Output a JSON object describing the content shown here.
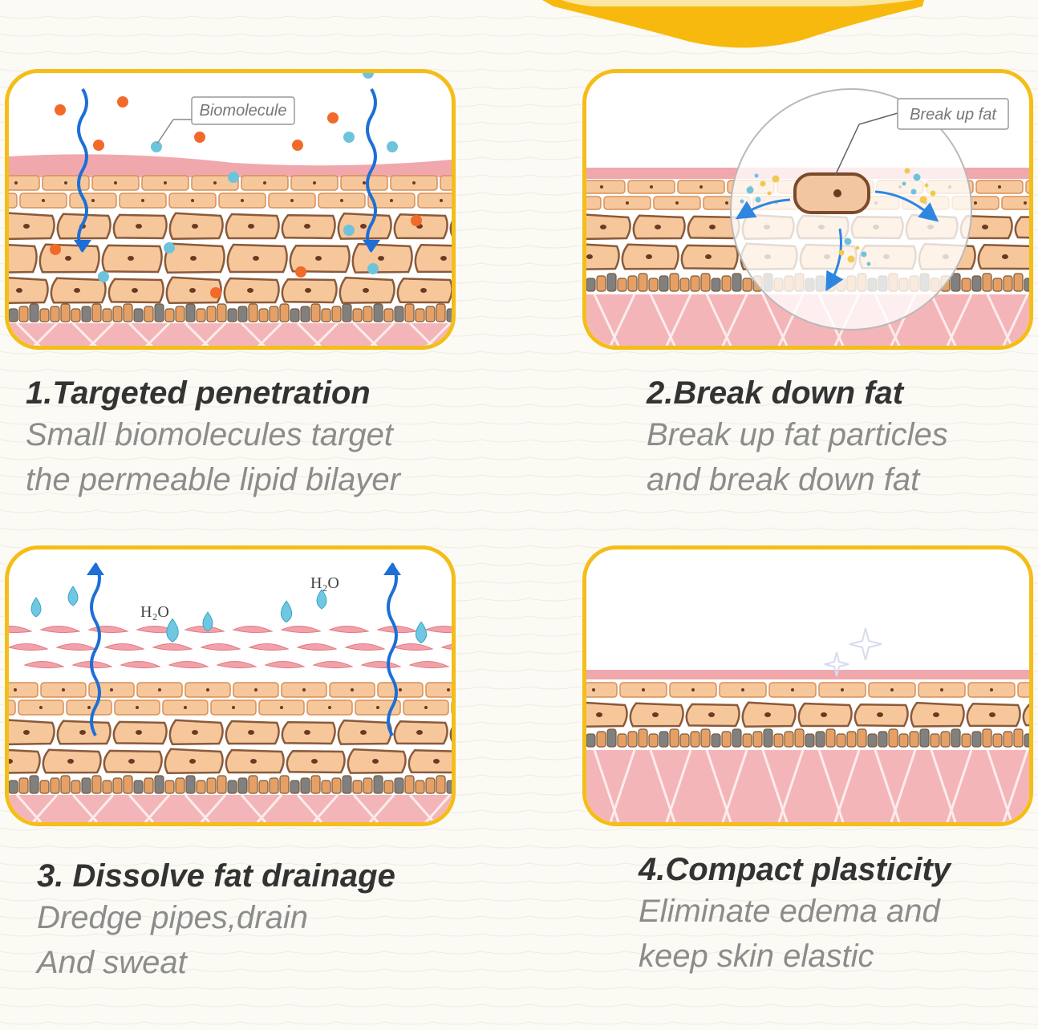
{
  "colors": {
    "frame": "#f4bd18",
    "banner": "#f8b90f",
    "skin_top": "#f0a8ad",
    "cell_fill": "#f7c79c",
    "cell_stroke": "#8a5a3a",
    "nucleus": "#6a3b22",
    "basal_brown": "#b08060",
    "basal_grey": "#808080",
    "dermis": "#f4b5b8",
    "arrow": "#1d6fd6",
    "drop": "#6fc7e2",
    "dot_orange": "#f26a2a",
    "dot_blue": "#6ec3dc",
    "title_text": "#333333",
    "body_text": "#8c8c8c"
  },
  "icons": {
    "arrow": "wavy-arrow-icon",
    "drop": "water-drop-icon",
    "sparkle": "sparkle-icon"
  },
  "panels": [
    {
      "title": "1.Targeted penetration",
      "lines": [
        "Small biomolecules target",
        "the permeable lipid bilayer"
      ],
      "label": "Biomolecule"
    },
    {
      "title": "2.Break down fat",
      "lines": [
        "Break up fat particles",
        "and break down fat"
      ],
      "label": "Break up fat"
    },
    {
      "title": "3. Dissolve fat drainage",
      "lines": [
        "Dredge pipes,drain",
        "And sweat"
      ],
      "h2o": "H₂O"
    },
    {
      "title": "4.Compact plasticity",
      "lines": [
        "Eliminate edema and",
        "keep skin elastic"
      ]
    }
  ]
}
